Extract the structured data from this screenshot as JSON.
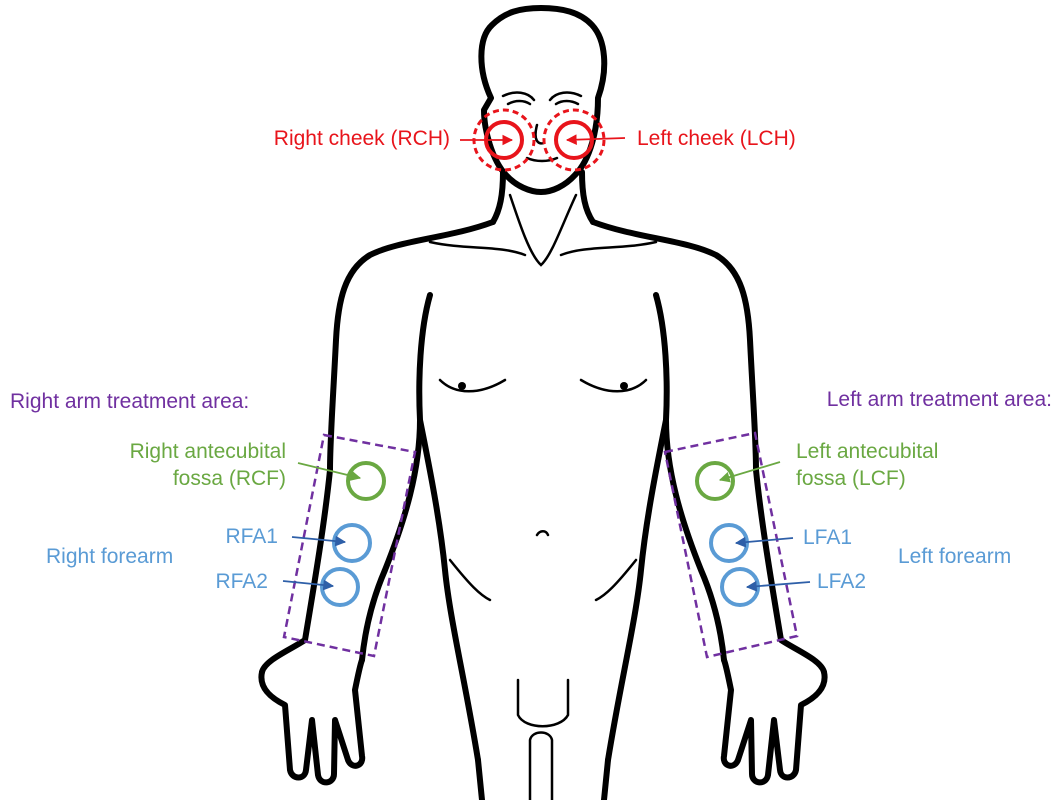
{
  "colors": {
    "cheek": "#e8141b",
    "antecubital": "#6aa842",
    "forearm": "#5a9bd5",
    "treatment_area": "#7030a0",
    "outline": "#000000"
  },
  "labels": {
    "right_cheek": "Right cheek (RCH)",
    "left_cheek": "Left cheek (LCH)",
    "right_arm_area": "Right arm treatment area:",
    "left_arm_area": "Left arm treatment area:",
    "right_antecubital_line1": "Right antecubital",
    "right_antecubital_line2": "fossa (RCF)",
    "left_antecubital_line1": "Left antecubital",
    "left_antecubital_line2": "fossa (LCF)",
    "rfa1": "RFA1",
    "rfa2": "RFA2",
    "lfa1": "LFA1",
    "lfa2": "LFA2",
    "right_forearm": "Right forearm",
    "left_forearm": "Left forearm"
  }
}
